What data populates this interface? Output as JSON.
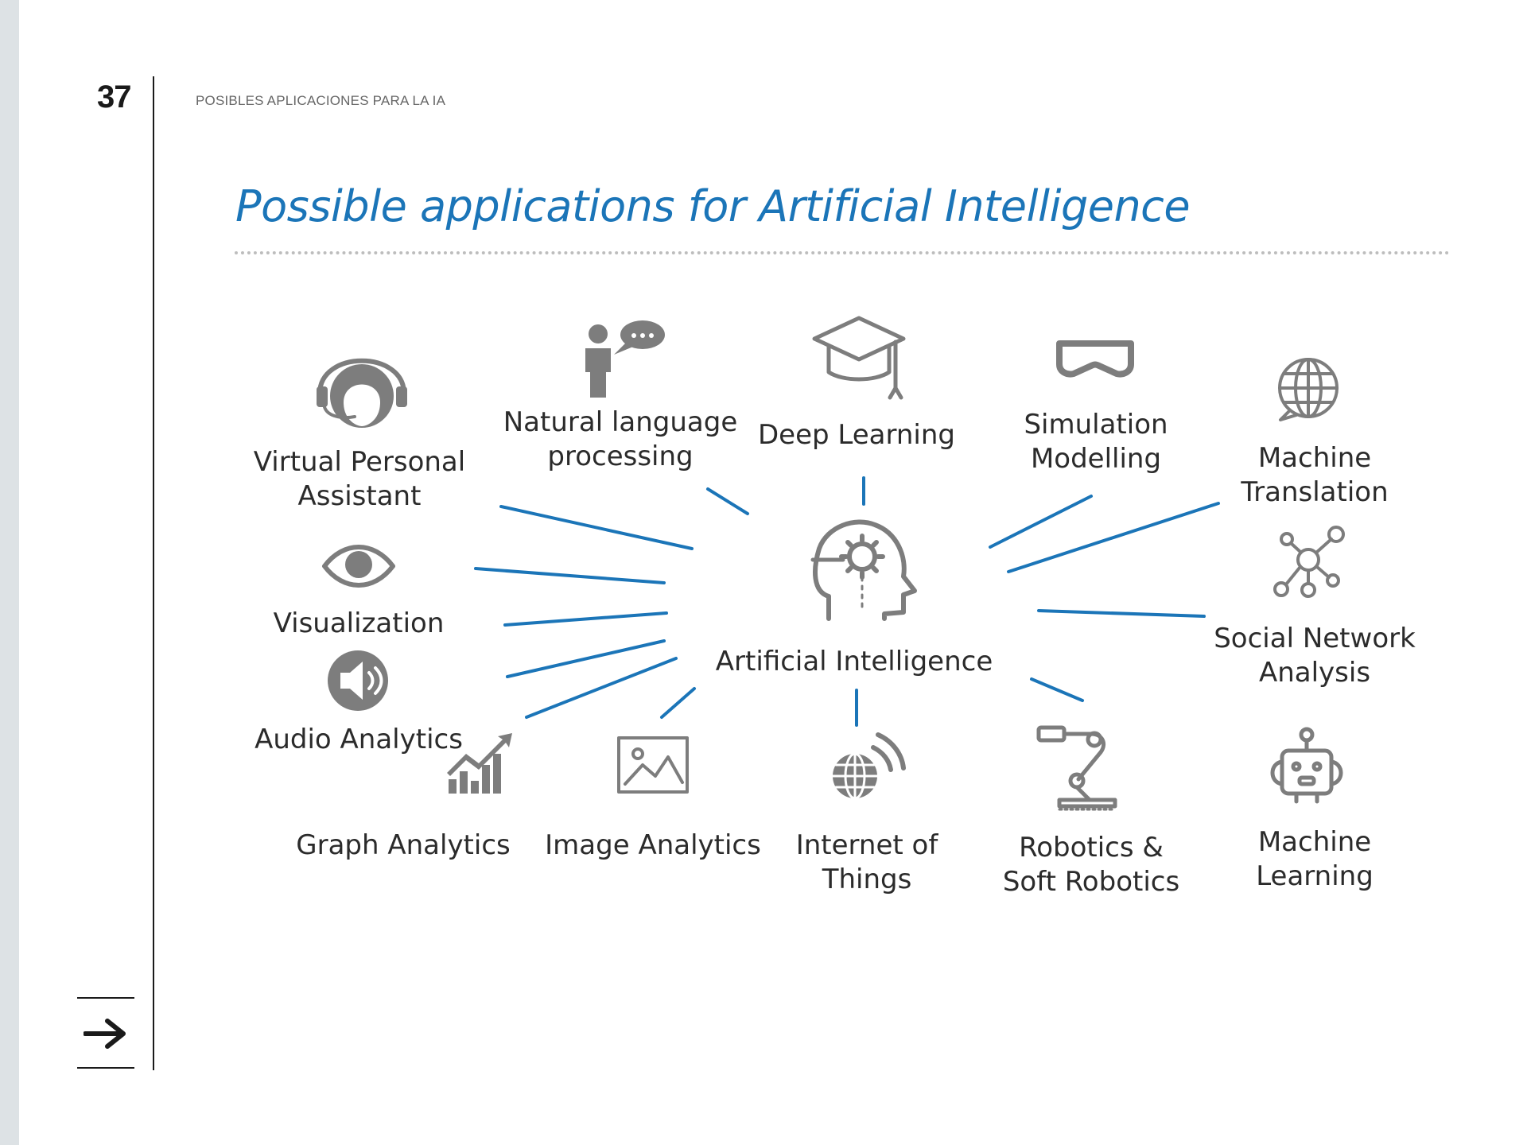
{
  "page": {
    "number": "37",
    "section_header": "POSIBLES APLICACIONES PARA LA IA"
  },
  "nav": {
    "next_icon": "arrow-right-icon"
  },
  "slide": {
    "title": "Possible applications for Artificial Intelligence",
    "center": {
      "label": "Artificial Intelligence",
      "icon": "head-gear-icon"
    },
    "accent_color": "#1b75b8",
    "icon_color": "#7d7d7d",
    "nodes": [
      {
        "label": "Virtual Personal\nAssistant",
        "icon": "headset-person-icon"
      },
      {
        "label": "Natural language\nprocessing",
        "icon": "person-speech-icon"
      },
      {
        "label": "Deep Learning",
        "icon": "graduation-cap-icon"
      },
      {
        "label": "Simulation\nModelling",
        "icon": "vr-goggles-icon"
      },
      {
        "label": "Machine\nTranslation",
        "icon": "globe-speech-icon"
      },
      {
        "label": "Visualization",
        "icon": "eye-icon"
      },
      {
        "label": "Social Network\nAnalysis",
        "icon": "network-nodes-icon"
      },
      {
        "label": "Audio Analytics",
        "icon": "speaker-icon"
      },
      {
        "label": "Graph Analytics",
        "icon": "bar-chart-trend-icon"
      },
      {
        "label": "Image Analytics",
        "icon": "image-icon"
      },
      {
        "label": "Internet of\nThings",
        "icon": "globe-wifi-icon"
      },
      {
        "label": "Robotics &\nSoft Robotics",
        "icon": "robot-arm-icon"
      },
      {
        "label": "Machine\nLearning",
        "icon": "robot-head-icon"
      }
    ]
  }
}
